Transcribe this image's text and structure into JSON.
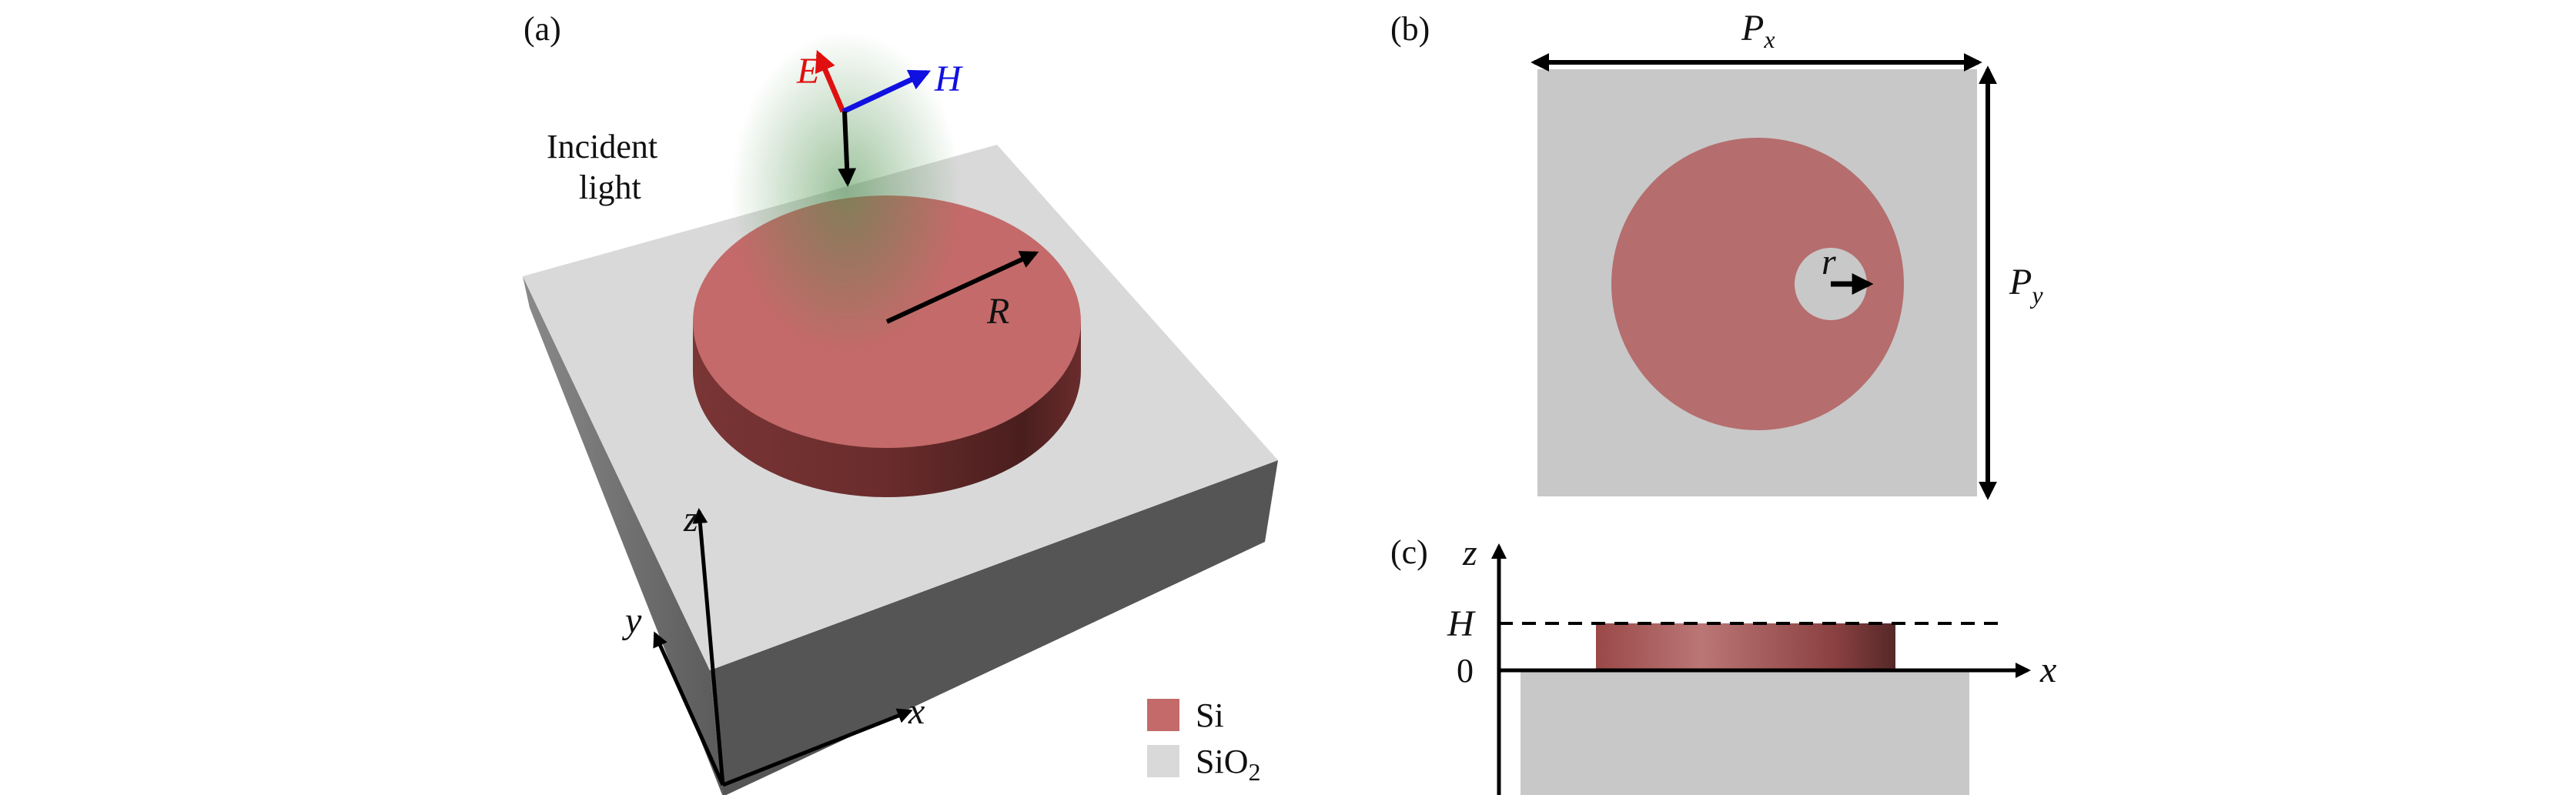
{
  "panel_a": {
    "label": "(a)",
    "incident_line1": "Incident",
    "incident_line2": "light",
    "e_field": "E",
    "h_field": "H",
    "radius": "R",
    "axis_x": "x",
    "axis_y": "y",
    "axis_z": "z",
    "legend": [
      {
        "label": "Si",
        "color": "#c46a6a"
      },
      {
        "label": "SiO",
        "sub": "2",
        "color": "#d9d9d9"
      }
    ]
  },
  "panel_b": {
    "label": "(b)",
    "period_x": "P",
    "period_x_sub": "x",
    "period_y": "P",
    "period_y_sub": "y",
    "hole_radius": "r"
  },
  "panel_c": {
    "label": "(c)",
    "axis_z": "z",
    "axis_x": "x",
    "height": "H",
    "zero": "0"
  },
  "colors": {
    "si": "#c46a6a",
    "si_top": "#b56d6d",
    "sio2": "#c8c8c8",
    "e": "#e01010",
    "h": "#1010e0"
  }
}
